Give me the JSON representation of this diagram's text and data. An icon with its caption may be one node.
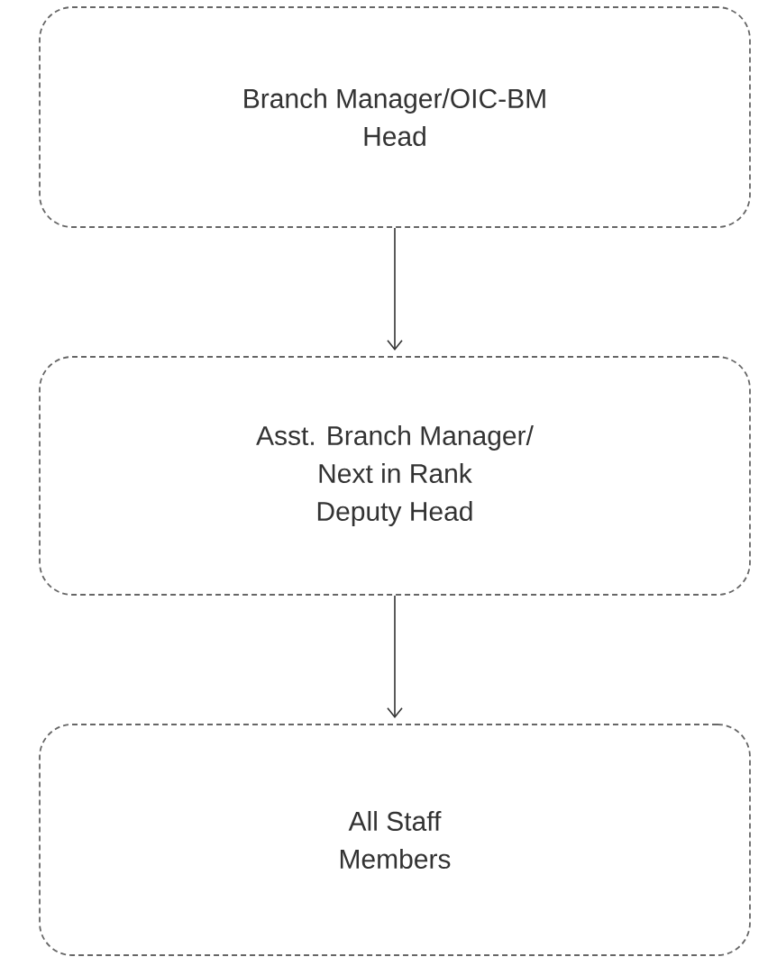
{
  "diagram": {
    "nodes": [
      {
        "text": [
          "Branch Manager/OIC-BM",
          "Head"
        ]
      },
      {
        "text": [
          "Asst. Branch Manager/",
          "Next in Rank",
          "Deputy Head"
        ]
      },
      {
        "text": [
          "All Staff",
          "Members"
        ]
      }
    ],
    "edges": [
      {
        "from": 0,
        "to": 1,
        "arrow": "to"
      },
      {
        "from": 1,
        "to": 2,
        "arrow": "to"
      }
    ]
  }
}
